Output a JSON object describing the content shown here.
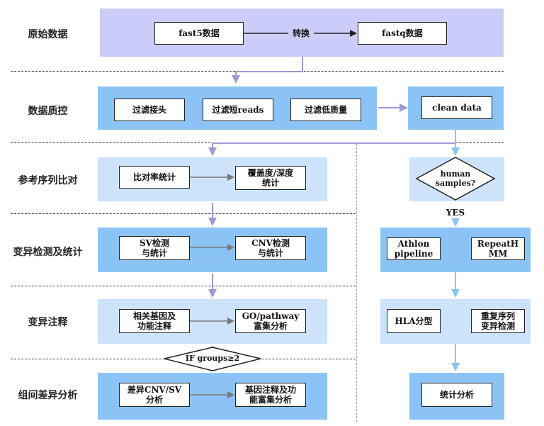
{
  "stages": {
    "raw": "原始数据",
    "qc": "数据质控",
    "align": "参考序列比对",
    "variant": "变异检测及统计",
    "annot": "变异注释",
    "group": "组间差异分析"
  },
  "raw": {
    "fast5": "fast5数据",
    "convert": "转换",
    "fastq": "fastq数据"
  },
  "qc": {
    "adapter": "过滤接头",
    "short": "过滤短reads",
    "lowq": "过滤低质量",
    "clean": "clean data"
  },
  "align": {
    "rate": "比对率统计",
    "depth_l1": "覆盖度/深度",
    "depth_l2": "统计"
  },
  "variant": {
    "sv_l1": "SV检测",
    "sv_l2": "与统计",
    "cnv_l1": "CNV检测",
    "cnv_l2": "与统计"
  },
  "annot": {
    "gene_l1": "相关基因及",
    "gene_l2": "功能注释",
    "go_l1": "GO/pathway",
    "go_l2": "富集分析"
  },
  "if_groups": "IF groups≥2",
  "group": {
    "diff_l1": "差异CNV/SV",
    "diff_l2": "分析",
    "enrich_l1": "基因注释及功",
    "enrich_l2": "能富集分析"
  },
  "human": {
    "q_l1": "human",
    "q_l2": "samples?",
    "yes": "YES",
    "athlon_l1": "Athlon",
    "athlon_l2": "pipeline",
    "repeat_l1": "RepeatH",
    "repeat_l2": "MM",
    "hla": "HLA分型",
    "rep_l1": "重复序列",
    "rep_l2": "变异检测",
    "stats": "统计分析"
  },
  "colors": {
    "purple_band": "#ccccf8",
    "blue_band": "#8cc3f7",
    "light_band": "#cce3fb",
    "arrow_purple": "#9a9ad6",
    "arrow_blue": "#8ac4f6"
  }
}
